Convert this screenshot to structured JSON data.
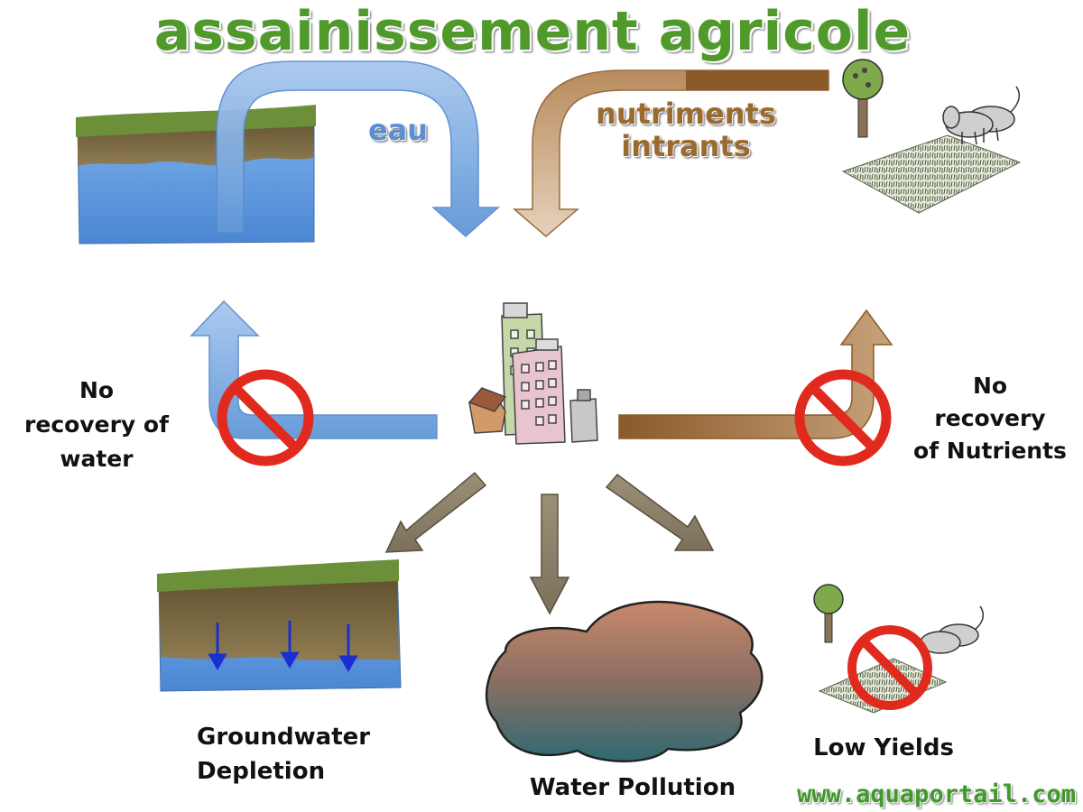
{
  "title": "assainissement agricole",
  "flows": {
    "water_in": "eau",
    "nutrients_in_line1": "nutriments",
    "nutrients_in_line2": "intrants"
  },
  "problems": {
    "no_water_recovery": [
      "No",
      "recovery of",
      "water"
    ],
    "no_nutrient_recovery": [
      "No",
      "recovery",
      "of Nutrients"
    ]
  },
  "outcomes": {
    "groundwater": [
      "Groundwater",
      "Depletion"
    ],
    "pollution": "Water Pollution",
    "yields": "Low Yields"
  },
  "watermark": "www.aquaportail.com",
  "colors": {
    "title_green": "#4f9a2a",
    "water_blue": "#6f9fdc",
    "nutrient_brown": "#a9764a",
    "prohibit_red": "#e12a1e",
    "outcome_arrow": "#8c8068"
  },
  "icons": [
    "aquifer-block",
    "city-buildings",
    "farm-field",
    "tree",
    "cows",
    "pond",
    "prohibited-sign"
  ]
}
